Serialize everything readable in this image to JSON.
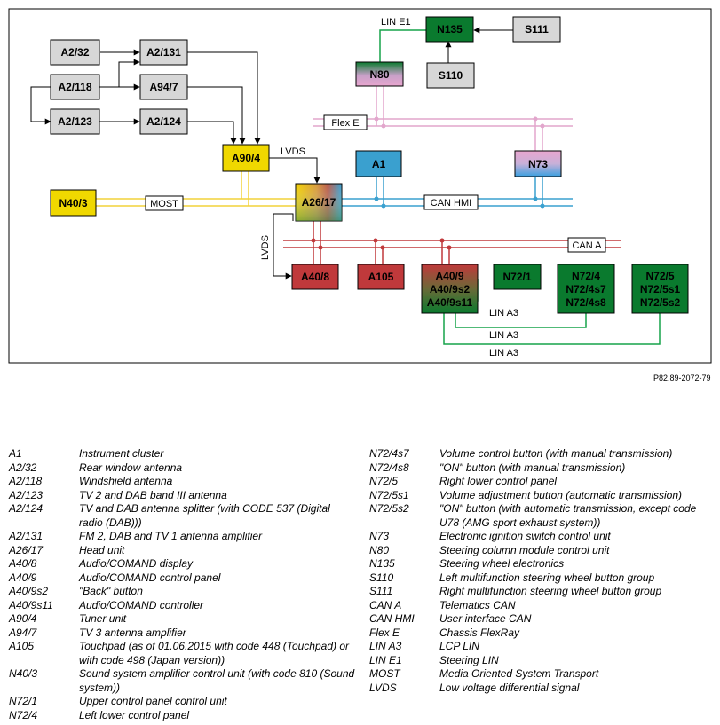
{
  "blocks": {
    "a2_32": "A2/32",
    "a2_131": "A2/131",
    "a2_118": "A2/118",
    "a94_7": "A94/7",
    "a2_123": "A2/123",
    "a2_124": "A2/124",
    "a90_4": "A90/4",
    "n40_3": "N40/3",
    "a26_17": "A26/17",
    "a1": "A1",
    "n73": "N73",
    "n135": "N135",
    "s111": "S111",
    "n80": "N80",
    "s110": "S110",
    "a40_8": "A40/8",
    "a105": "A105",
    "a40_9": "A40/9",
    "a40_9s2": "A40/9s2",
    "a40_9s11": "A40/9s11",
    "n72_1": "N72/1",
    "n72_4": "N72/4",
    "n72_4s7": "N72/4s7",
    "n72_4s8": "N72/4s8",
    "n72_5": "N72/5",
    "n72_5s1": "N72/5s1",
    "n72_5s2": "N72/5s2"
  },
  "bus_labels": {
    "lin_e1": "LIN E1",
    "flex_e": "Flex E",
    "lvds_top": "LVDS",
    "lvds_side": "LVDS",
    "most": "MOST",
    "can_hmi": "CAN HMI",
    "can_a": "CAN A",
    "lin_a3_1": "LIN A3",
    "lin_a3_2": "LIN A3",
    "lin_a3_3": "LIN A3"
  },
  "reference": "P82.89-2072-79",
  "colors": {
    "gray_block": "#d7d7d7",
    "yellow": "#f0d800",
    "green": "#0a7a2e",
    "red": "#c0393b",
    "blue": "#3aa0cf",
    "pink": "#e8a6cf",
    "bus_yellow": "#f2d23a",
    "bus_blue": "#3aa0cf",
    "bus_red": "#c0393b",
    "bus_pink": "#e2a6cc",
    "bus_green": "#17a34a"
  },
  "legend_left": [
    {
      "code": "A1",
      "desc": "Instrument cluster"
    },
    {
      "code": "A2/32",
      "desc": "Rear window antenna"
    },
    {
      "code": "A2/118",
      "desc": "Windshield antenna"
    },
    {
      "code": "A2/123",
      "desc": "TV 2 and DAB band III antenna"
    },
    {
      "code": "A2/124",
      "desc": "TV and DAB antenna splitter (with CODE 537 (Digital radio (DAB)))"
    },
    {
      "code": "A2/131",
      "desc": "FM 2, DAB and TV 1 antenna amplifier"
    },
    {
      "code": "A26/17",
      "desc": "Head unit"
    },
    {
      "code": "A40/8",
      "desc": "Audio/COMAND display"
    },
    {
      "code": "A40/9",
      "desc": "Audio/COMAND control panel"
    },
    {
      "code": "A40/9s2",
      "desc": "\"Back\" button"
    },
    {
      "code": "A40/9s11",
      "desc": "Audio/COMAND controller"
    },
    {
      "code": "A90/4",
      "desc": "Tuner unit"
    },
    {
      "code": "A94/7",
      "desc": "TV 3 antenna amplifier"
    },
    {
      "code": "A105",
      "desc": "Touchpad (as of 01.06.2015 with code 448 (Touchpad) or with code 498 (Japan version))"
    },
    {
      "code": "N40/3",
      "desc": "Sound system amplifier control unit (with code 810 (Sound system))"
    },
    {
      "code": "N72/1",
      "desc": "Upper control panel control unit"
    },
    {
      "code": "N72/4",
      "desc": "Left lower control panel"
    }
  ],
  "legend_right": [
    {
      "code": "N72/4s7",
      "desc": "Volume control button (with manual transmission)"
    },
    {
      "code": "N72/4s8",
      "desc": "\"ON\" button (with manual transmission)"
    },
    {
      "code": "N72/5",
      "desc": "Right lower control panel"
    },
    {
      "code": "N72/5s1",
      "desc": "Volume adjustment button (automatic transmission)"
    },
    {
      "code": "N72/5s2",
      "desc": "\"ON\" button (with automatic transmission, except code U78 (AMG sport exhaust system))"
    },
    {
      "code": "N73",
      "desc": "Electronic ignition switch control unit"
    },
    {
      "code": "N80",
      "desc": "Steering column module control unit"
    },
    {
      "code": "N135",
      "desc": "Steering wheel electronics"
    },
    {
      "code": "S110",
      "desc": "Left multifunction steering wheel button group"
    },
    {
      "code": "S111",
      "desc": "Right multifunction steering wheel button group"
    },
    {
      "code": "CAN A",
      "desc": "Telematics CAN"
    },
    {
      "code": "CAN HMI",
      "desc": "User interface CAN"
    },
    {
      "code": "Flex E",
      "desc": "Chassis FlexRay"
    },
    {
      "code": "LIN A3",
      "desc": "LCP LIN"
    },
    {
      "code": "LIN E1",
      "desc": "Steering LIN"
    },
    {
      "code": "MOST",
      "desc": "Media Oriented System Transport"
    },
    {
      "code": "LVDS",
      "desc": "Low voltage differential signal"
    }
  ]
}
